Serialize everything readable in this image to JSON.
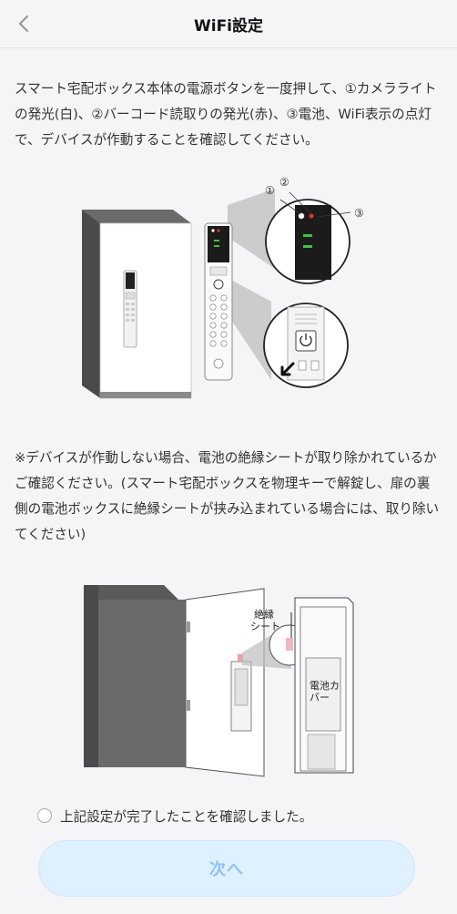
{
  "header": {
    "title": "WiFi設定",
    "back_icon": "chevron-left-icon"
  },
  "instructions": {
    "intro": "スマート宅配ボックス本体の電源ボタンを一度押して、①カメラライトの発光(白)、②バーコード読取りの発光(赤)、③電池、WiFi表示の点灯で、デバイスが作動することを確認してください。",
    "note": "※デバイスが作動しない場合、電池の絶縁シートが取り除かれているかご確認ください。(スマート宅配ボックスを物理キーで解錠し、扉の裏側の電池ボックスに絶縁シートが挟み込まれている場合には、取り除いてください)"
  },
  "illustration1": {
    "marker1": "①",
    "marker2": "②",
    "marker3": "③"
  },
  "illustration2": {
    "sheet_label_line1": "絶縁",
    "sheet_label_line2": "シート",
    "cover_label_line1": "電池カ",
    "cover_label_line2": "バー"
  },
  "confirm": {
    "label": "上記設定が完了したことを確認しました。",
    "checked": false
  },
  "next_button": {
    "label": "次へ",
    "enabled": false
  },
  "colors": {
    "accent_light": "#dff0fe",
    "accent_text": "#8ec4f3",
    "led_green": "#3ec23e",
    "led_red": "#e0302a"
  }
}
